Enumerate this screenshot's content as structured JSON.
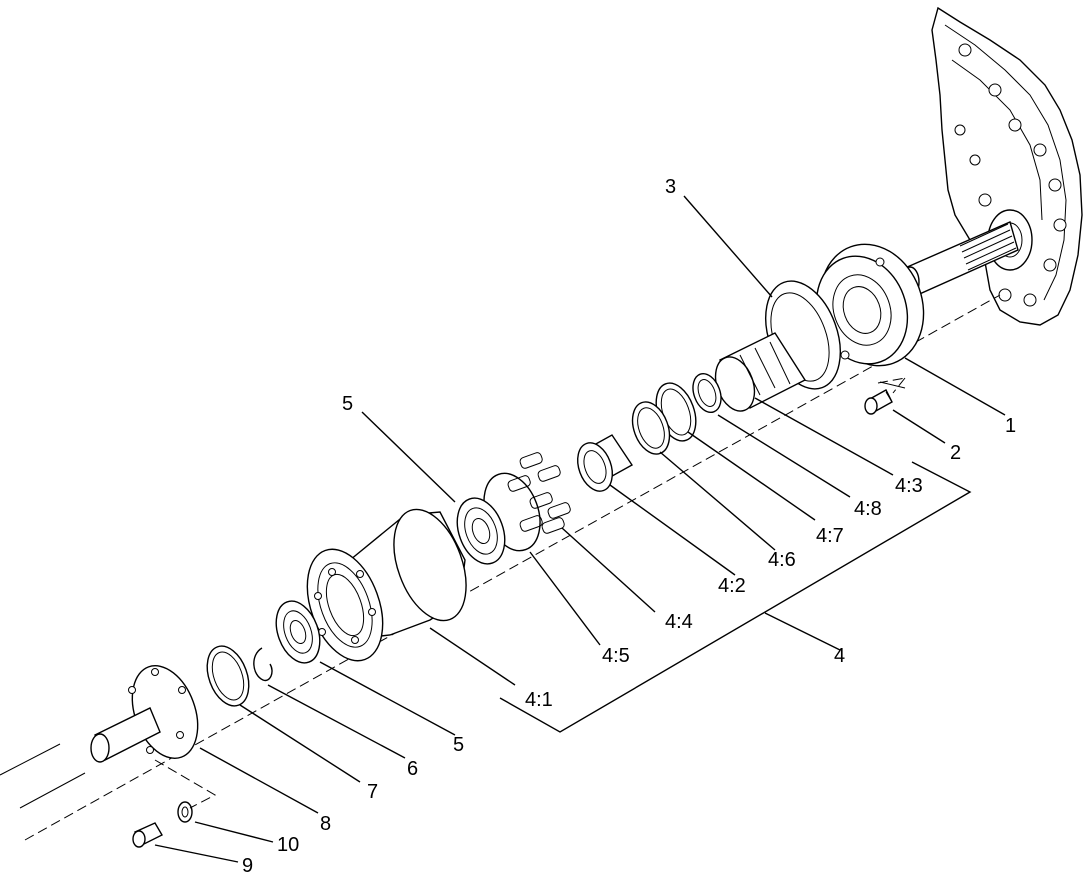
{
  "callouts": {
    "c1": "1",
    "c2": "2",
    "c3": "3",
    "c4": "4",
    "c4_1": "4:1",
    "c4_2": "4:2",
    "c4_3": "4:3",
    "c4_4": "4:4",
    "c4_5": "4:5",
    "c4_6": "4:6",
    "c4_7": "4:7",
    "c4_8": "4:8",
    "c5_top": "5",
    "c5_bottom": "5",
    "c6": "6",
    "c7": "7",
    "c8": "8",
    "c9": "9",
    "c10": "10"
  }
}
